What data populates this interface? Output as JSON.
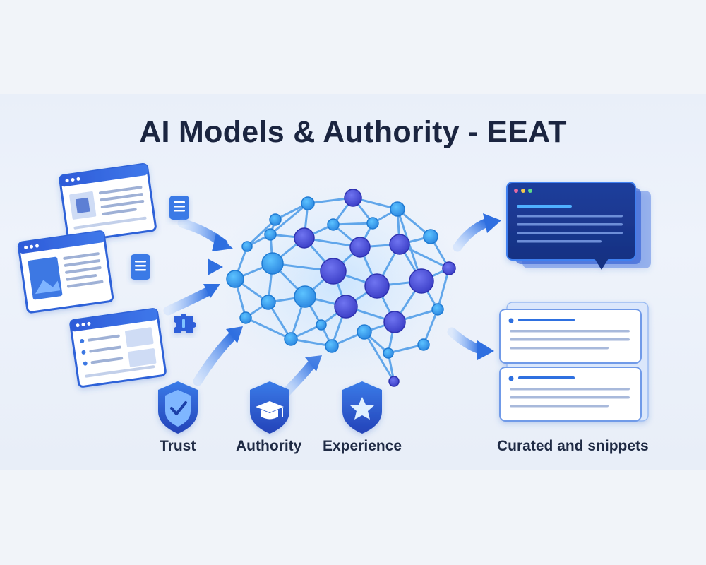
{
  "title": "AI Models & Authority - EEAT",
  "labels": {
    "trust": "Trust",
    "authority": "Authority",
    "experience": "Experience",
    "output": "Curated and snippets"
  },
  "icons": [
    "document-icon",
    "document-icon",
    "puzzle-icon",
    "shield-check-icon",
    "shield-graduation-cap-icon",
    "shield-star-icon",
    "chat-bubble-icon",
    "snippet-card-icon"
  ],
  "colors": {
    "accent_blue": "#2f6fe0",
    "node_purple": "#4a4fd6",
    "node_cyan": "#37a3ef",
    "title_text": "#1b2540"
  }
}
